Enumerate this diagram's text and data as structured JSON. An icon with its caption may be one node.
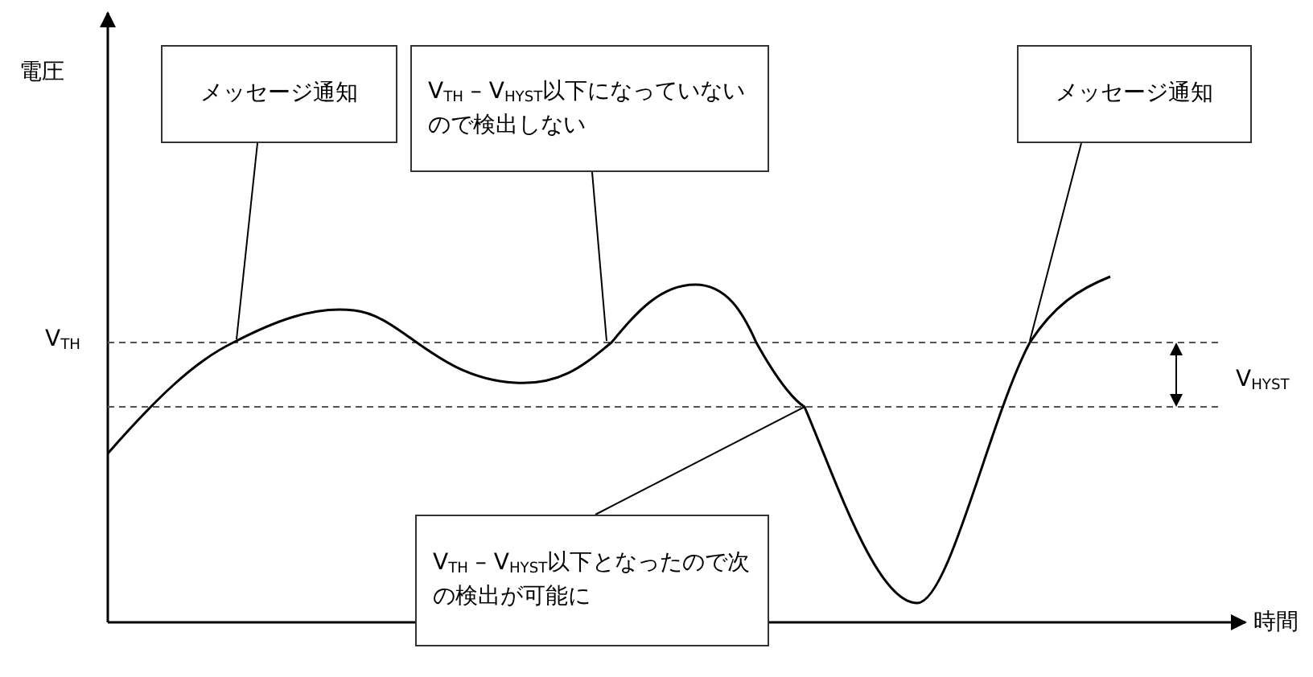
{
  "diagram": {
    "nodes": [
      {
        "text": [
          "メッセージ通知"
        ]
      },
      {
        "text": [
          "V$_{TH}$ – V$_{HYST}$以下になっていないので検出しない"
        ]
      },
      {
        "text": [
          "メッセージ通知"
        ]
      },
      {
        "text": [
          "V$_{TH}$ – V$_{HYST}$以下となったので次の検出が可能に"
        ]
      }
    ],
    "edges": [
      {
        "from": 0,
        "to": null,
        "arrow": "none"
      },
      {
        "from": 1,
        "to": null,
        "arrow": "none"
      },
      {
        "from": 2,
        "to": null,
        "arrow": "none"
      },
      {
        "from": 3,
        "to": null,
        "arrow": "none"
      }
    ],
    "labels": [
      "電圧",
      "V$_{TH}$",
      "V$_{HYST}$",
      "時間"
    ]
  }
}
